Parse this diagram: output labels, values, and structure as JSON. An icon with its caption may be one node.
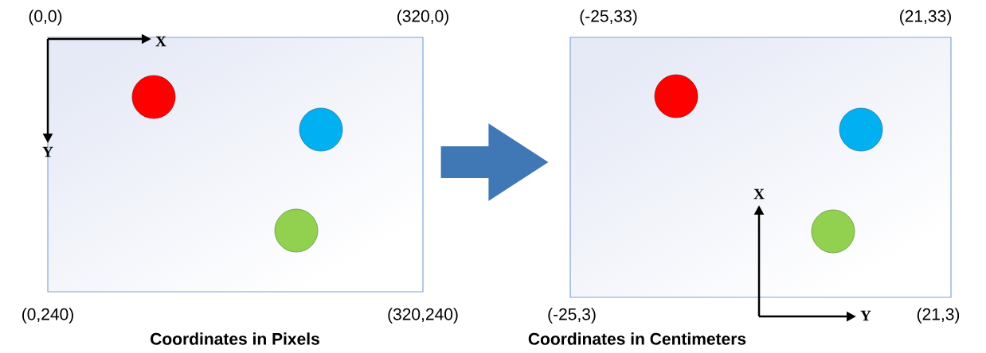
{
  "diagram": {
    "nodes": [
      {
        "text": [
          "Coordinates in Pixels"
        ],
        "beside": [
          "(0,0)",
          "(320,0)",
          "(0,240)",
          "(320,240)"
        ]
      },
      {
        "text": [],
        "shape": "circle",
        "in": 0
      },
      {
        "text": [],
        "shape": "circle",
        "in": 0
      },
      {
        "text": [],
        "shape": "circle",
        "in": 0
      },
      {
        "text": [
          "Coordinates in Centimeters"
        ],
        "beside": [
          "(-25,33)",
          "(21,33)",
          "(-25,3)",
          "(21,3)"
        ]
      },
      {
        "text": [],
        "shape": "circle",
        "in": 4
      },
      {
        "text": [],
        "shape": "circle",
        "in": 4
      },
      {
        "text": [],
        "shape": "circle",
        "in": 4
      }
    ],
    "edges": [
      {
        "from": 0,
        "to": 4,
        "arrow": "to"
      }
    ],
    "labels": [
      "X",
      "Y",
      "X",
      "Y"
    ]
  }
}
